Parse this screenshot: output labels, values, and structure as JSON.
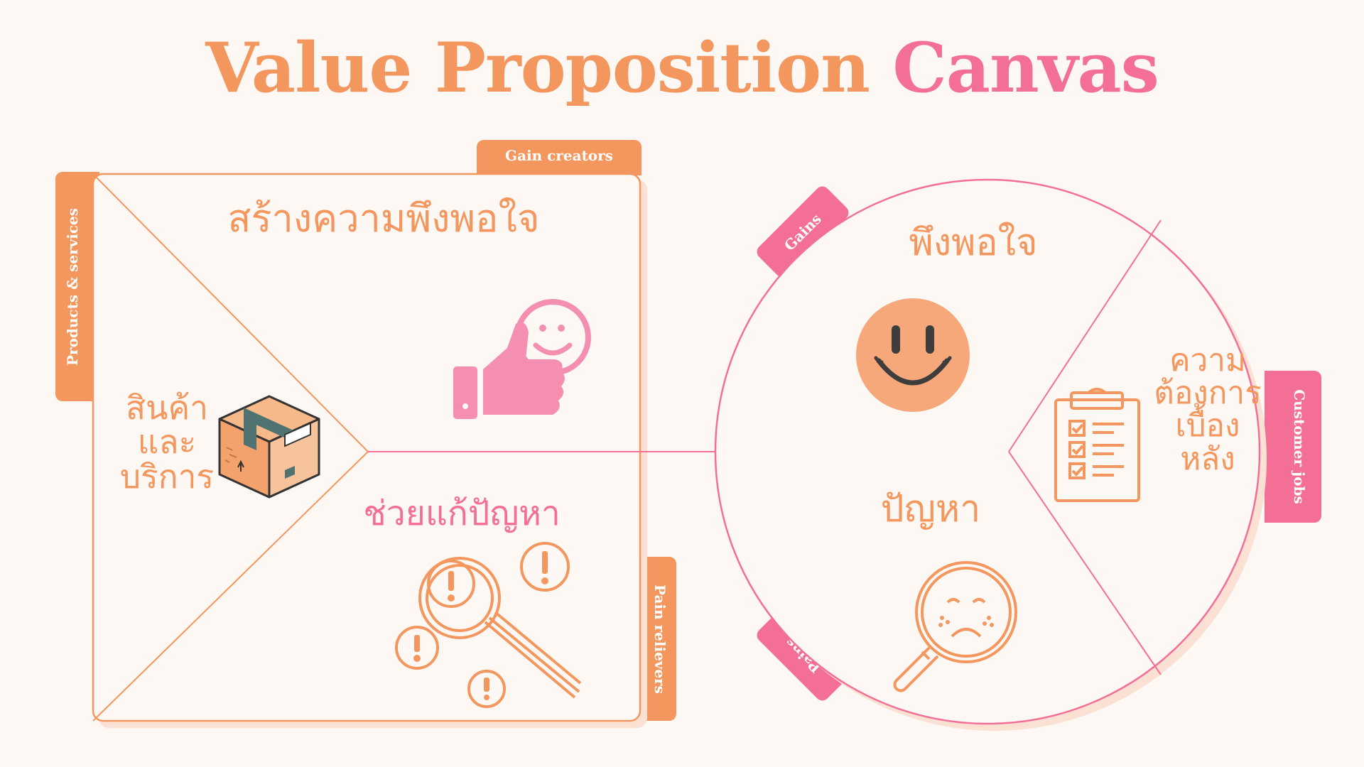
{
  "title": {
    "part1": "Value Proposition",
    "part2": "Canvas"
  },
  "value_map": {
    "tab_gain_creators": "Gain creators",
    "tab_products_services": "Products & services",
    "tab_pain_relievers": "Pain relievers",
    "gain_creators_text": "สร้างความพึงพอใจ",
    "products_services_text": "สินค้า\nและ\nบริการ",
    "pain_relievers_text": "ช่วยแก้ปัญหา",
    "icons": [
      "thumbs-up-smile-icon",
      "cardboard-box-icon",
      "wrench-warning-icon"
    ]
  },
  "customer_profile": {
    "tab_gains": "Gains",
    "tab_pains": "Pains",
    "tab_customer_jobs": "Customer jobs",
    "gains_text": "พึงพอใจ",
    "pains_text": "ปัญหา",
    "customer_jobs_text": "ความ\nต้องการ\nเบื้อง\nหลัง",
    "icons": [
      "smiley-face-icon",
      "sad-magnifier-icon",
      "clipboard-checklist-icon"
    ]
  },
  "colors": {
    "background": "#fdf8f3",
    "orange": "#f4975e",
    "pink": "#f46f96",
    "peach_face": "#f7a87a",
    "shadow": "#fbe0d4"
  }
}
